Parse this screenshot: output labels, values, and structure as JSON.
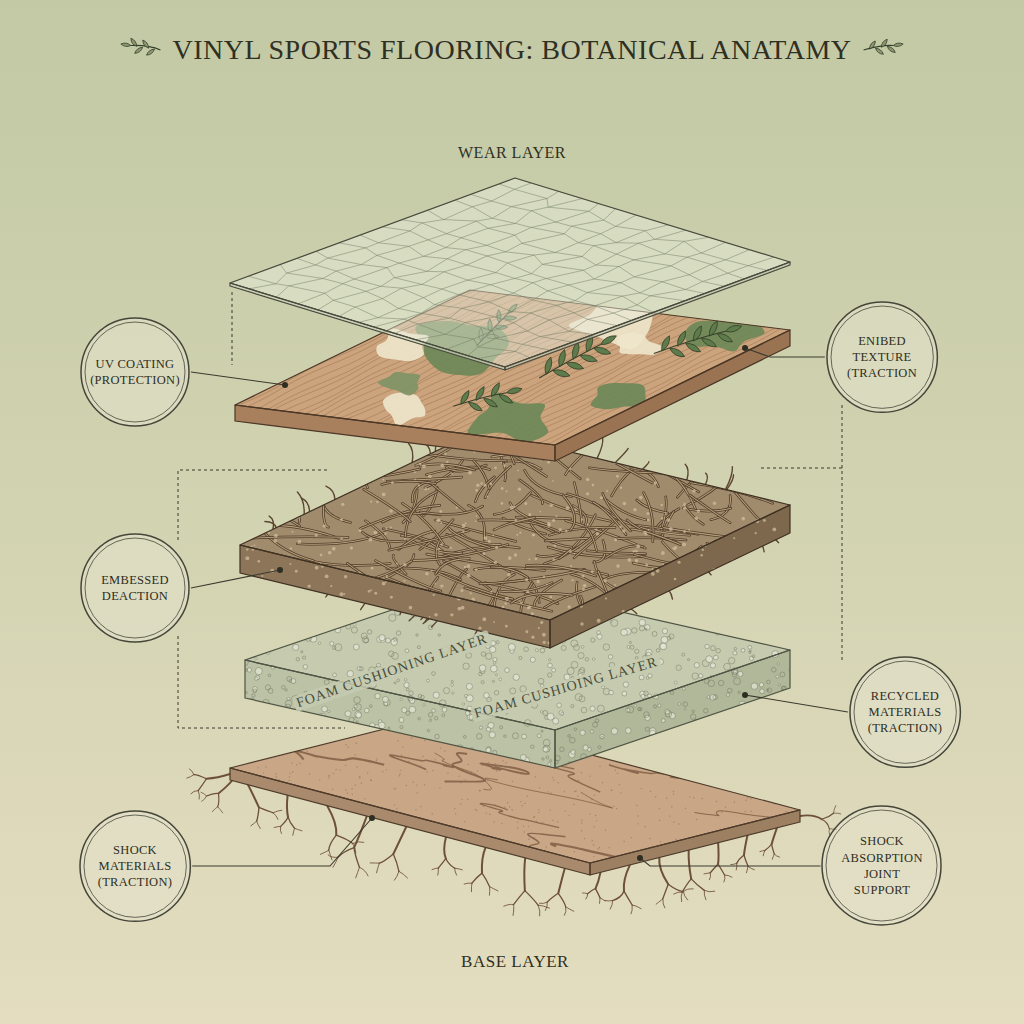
{
  "diagram": {
    "title": "VINYL SPORTS FLOORING: BOTANICAL ANATAMY",
    "nodes": [
      {
        "text": [
          "UV COATING (PROTECTION)"
        ]
      },
      {
        "text": [
          "ENIBED TEXTURE (TRACTION"
        ]
      },
      {
        "text": [
          "EMBESSED DEACTION"
        ]
      },
      {
        "text": [
          "RECYCLED MATERIALS (TRACTION)"
        ]
      },
      {
        "text": [
          "SHOCK MATERIALS (TRACTION)"
        ]
      },
      {
        "text": [
          "SHOCK ABSORPTION JOINT SUPPORT"
        ]
      }
    ],
    "labels": [
      "WEAR LAYER",
      "FOAM CUSHIONING LAYER",
      "FOAM CUSHIOING LAYER",
      "BASE LAYER"
    ]
  }
}
